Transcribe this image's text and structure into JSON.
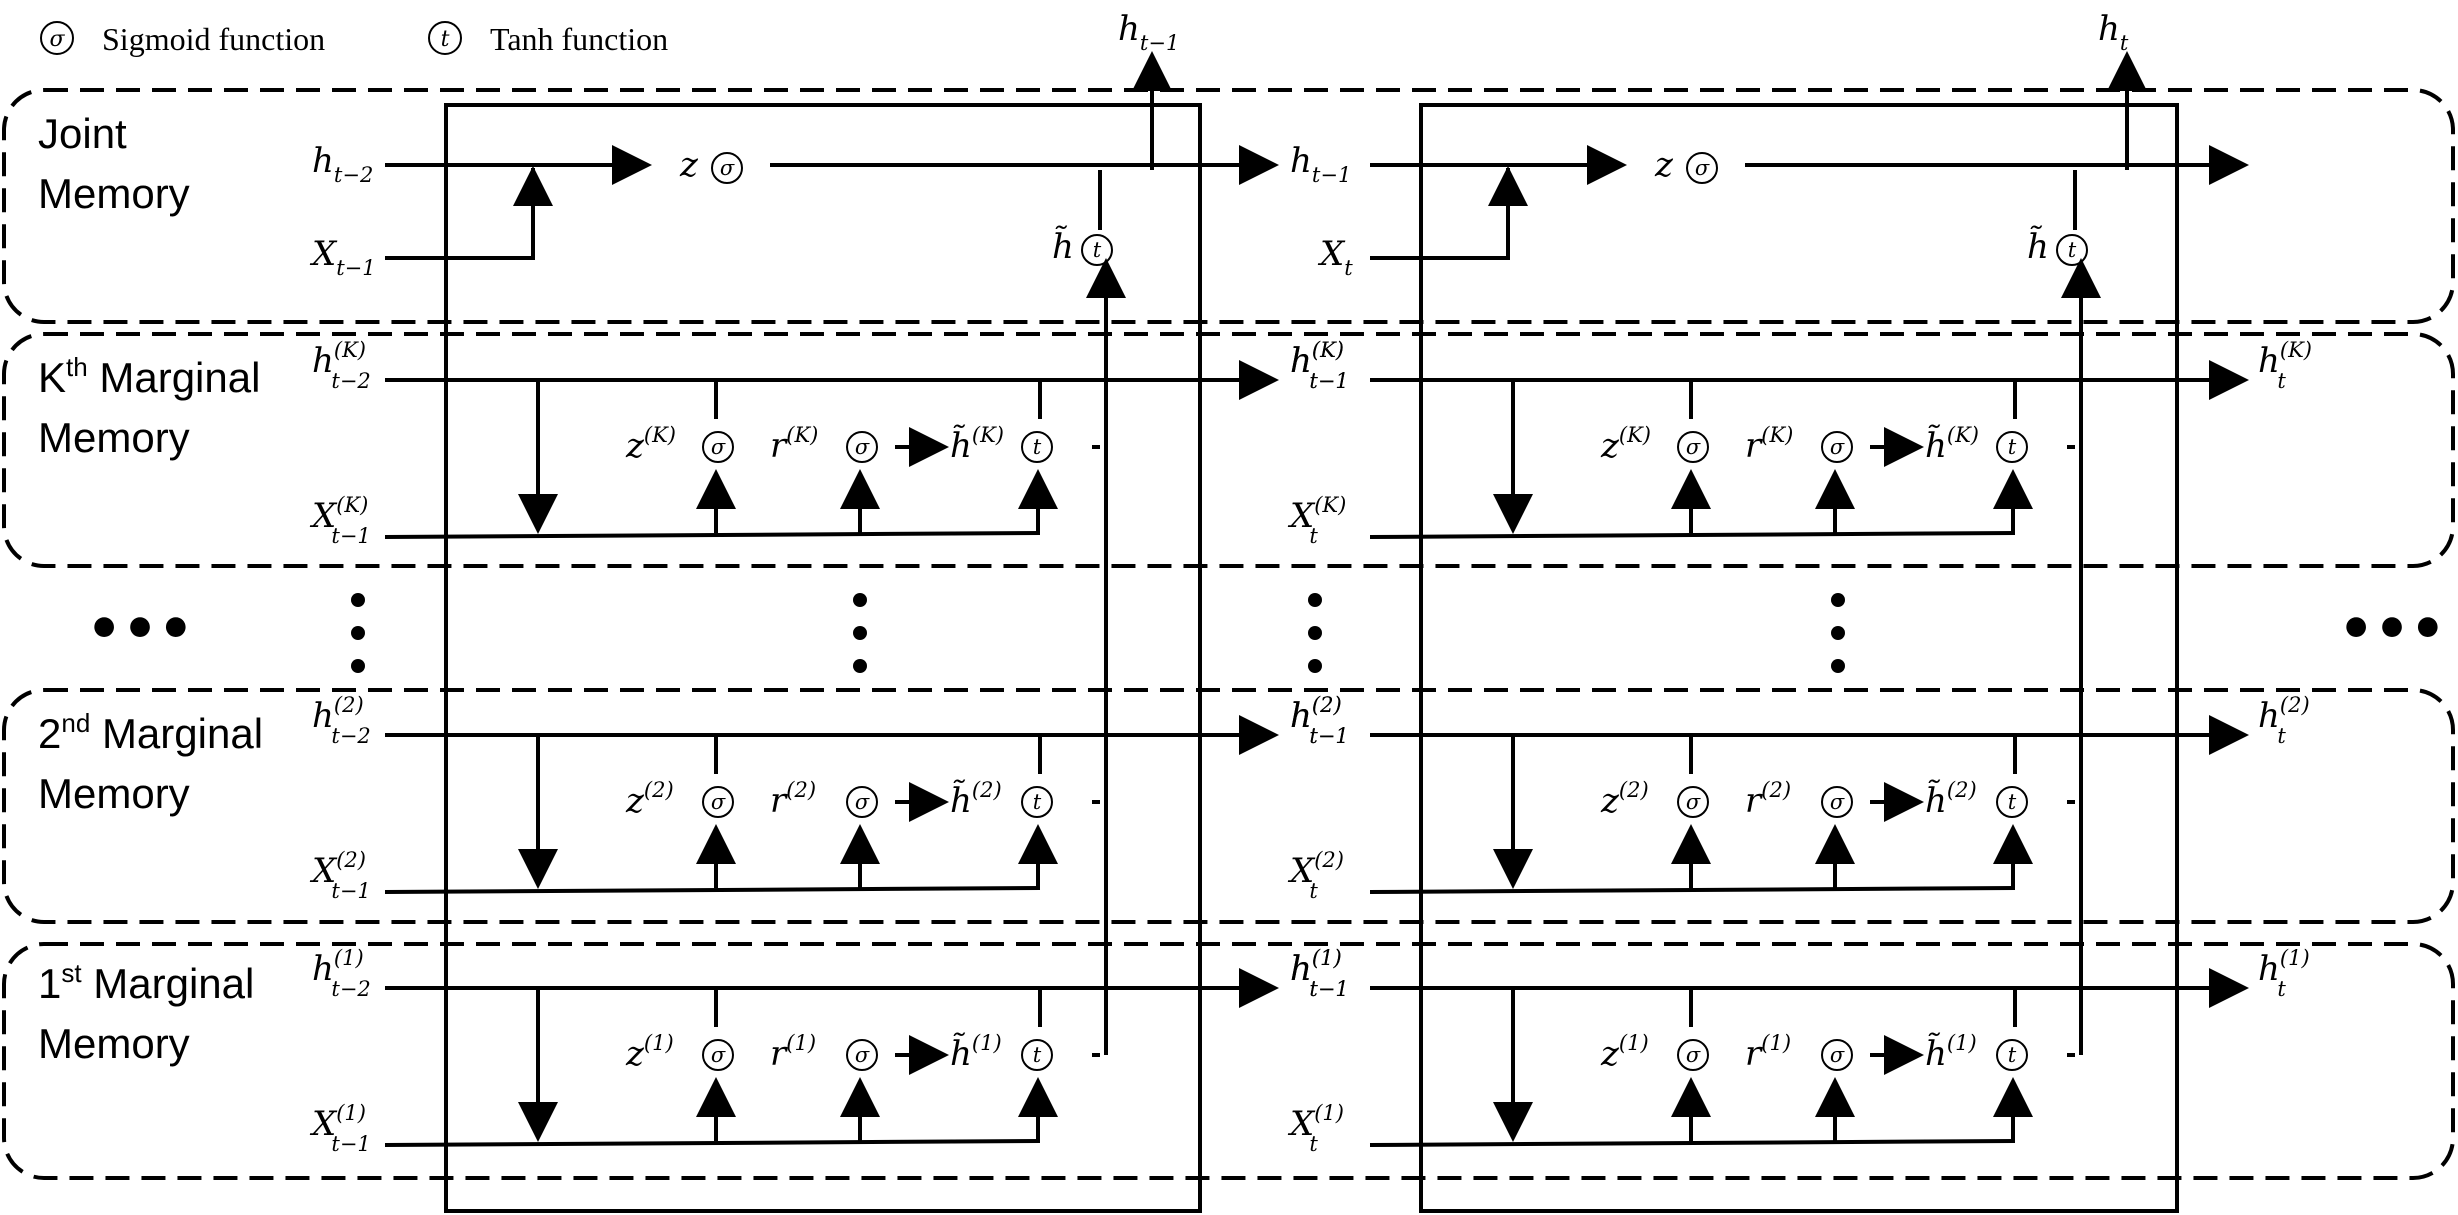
{
  "colors": {
    "stroke": "#000000",
    "background": "#ffffff"
  },
  "legend": {
    "sigma_symbol": "σ",
    "sigma_text": "Sigmoid function",
    "tanh_symbol": "t",
    "tanh_text": "Tanh function"
  },
  "rows": {
    "joint": {
      "line1": "Joint",
      "line2": "Memory"
    },
    "kth": {
      "line1_pre": "K",
      "line1_sup": "th",
      "line1_post": " Marginal",
      "line2": "Memory"
    },
    "second": {
      "line1_pre": "2",
      "line1_sup": "nd",
      "line1_post": " Marginal",
      "line2": "Memory"
    },
    "first": {
      "line1_pre": "1",
      "line1_sup": "st",
      "line1_post": " Marginal",
      "line2": "Memory"
    }
  },
  "ellipsis": {
    "horizontal": "•••",
    "vertical": "•\n•\n•"
  },
  "symbols": {
    "h": "h",
    "X": "X",
    "z": "z",
    "r": "r",
    "h_tilde": "h̃",
    "sigma": "σ",
    "tanh": "t",
    "sub_t": "t",
    "sub_t1": "t−1",
    "sub_t2": "t−2",
    "sup_K": "(K)",
    "sup_2": "(2)",
    "sup_1": "(1)"
  }
}
